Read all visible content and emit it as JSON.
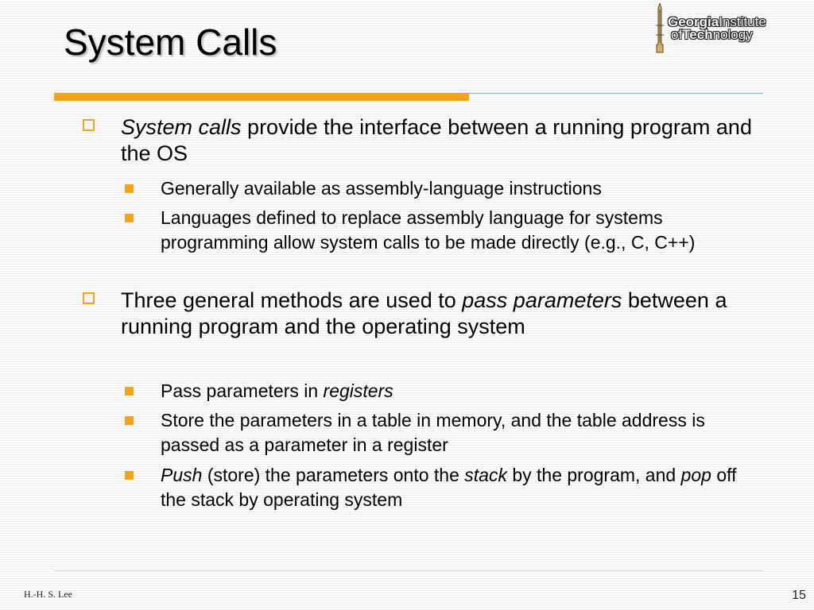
{
  "slide": {
    "title": "System Calls",
    "logo": {
      "word1_bold": "Georgia",
      "word1_rest": "Institute",
      "word2_pre": "of",
      "word2_bold": "Tech",
      "word2_rest": "nology"
    },
    "bullets": [
      {
        "em": "System calls",
        "text": " provide the interface between a running program and the OS"
      },
      {
        "text": "Generally available as assembly-language instructions"
      },
      {
        "text": "Languages defined to replace assembly language for systems programming allow system calls to be made directly (e.g., C, C++)"
      },
      {
        "pre": "Three general methods are used to ",
        "em": "pass parameters",
        "post": " between a running program and the operating system"
      },
      {
        "pre": "Pass parameters in ",
        "em": "registers"
      },
      {
        "text": "Store the parameters in a table in memory, and the table address is passed as a parameter in a register"
      },
      {
        "em1": "Push",
        "t1": " (store) the parameters onto the ",
        "em2": "stack",
        "t2": " by the program, and ",
        "em3": "pop",
        "t3": " off the stack by operating system"
      }
    ],
    "footer": {
      "author": "H.-H. S. Lee",
      "page": "15"
    }
  },
  "colors": {
    "accent": "#f7a21b"
  }
}
